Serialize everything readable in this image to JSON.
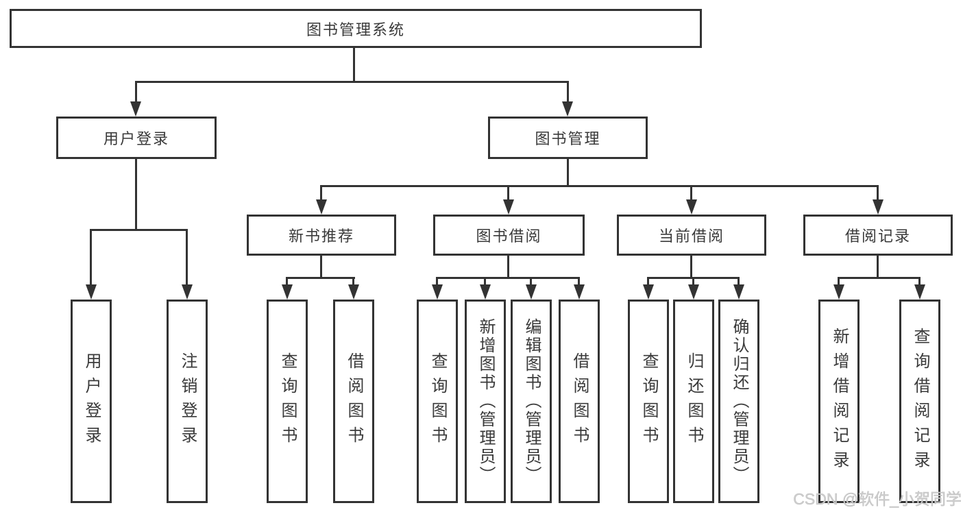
{
  "diagram": {
    "title_node": {
      "label": "图书管理系统"
    },
    "level2": [
      {
        "label": "用户登录"
      },
      {
        "label": "图书管理"
      }
    ],
    "level3": [
      {
        "label": "新书推荐"
      },
      {
        "label": "图书借阅"
      },
      {
        "label": "当前借阅"
      },
      {
        "label": "借阅记录"
      }
    ],
    "leaves": {
      "user_login": [
        "用户登录",
        "注销登录"
      ],
      "new_book": [
        "查询图书",
        "借阅图书"
      ],
      "book_borrow": [
        "查询图书",
        "新增图书（管理员）",
        "编辑图书（管理员）",
        "借阅图书"
      ],
      "current_borrow": [
        "查询图书",
        "归还图书",
        "确认归还（管理员）"
      ],
      "borrow_records": [
        "新增借阅记录",
        "查询借阅记录"
      ]
    },
    "colors": {
      "line": "#333333",
      "text": "#3a3a3a",
      "background": "#ffffff",
      "watermark": "#cccccc"
    }
  },
  "watermark": {
    "text": "CSDN @软件_小贺同学"
  }
}
